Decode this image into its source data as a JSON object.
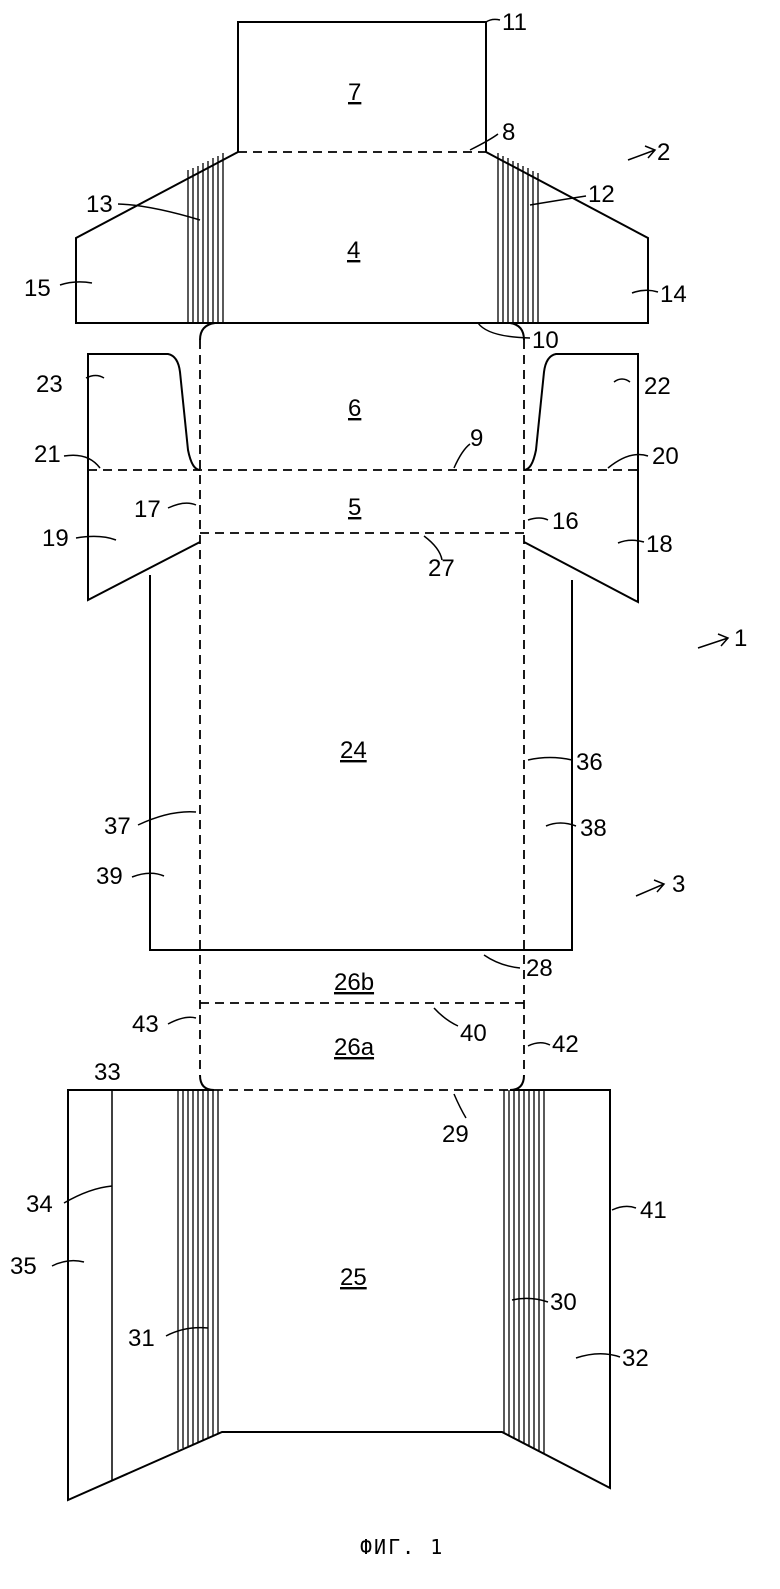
{
  "caption": "ФИГ. 1",
  "panel_labels": {
    "p7": "7",
    "p4": "4",
    "p6": "6",
    "p5": "5",
    "p24": "24",
    "p26b": "26b",
    "p26a": "26a",
    "p25": "25"
  },
  "ref_labels": {
    "r11": "11",
    "r8": "8",
    "r2": "2",
    "r13": "13",
    "r12": "12",
    "r15": "15",
    "r14": "14",
    "r10": "10",
    "r23": "23",
    "r22": "22",
    "r21": "21",
    "r9": "9",
    "r20": "20",
    "r17": "17",
    "r16": "16",
    "r19": "19",
    "r18": "18",
    "r27": "27",
    "r1": "1",
    "r36": "36",
    "r37": "37",
    "r38": "38",
    "r39": "39",
    "r3": "3",
    "r28": "28",
    "r43": "43",
    "r40": "40",
    "r42": "42",
    "r33": "33",
    "r29": "29",
    "r34": "34",
    "r41": "41",
    "r35": "35",
    "r30": "30",
    "r31": "31",
    "r32": "32"
  }
}
